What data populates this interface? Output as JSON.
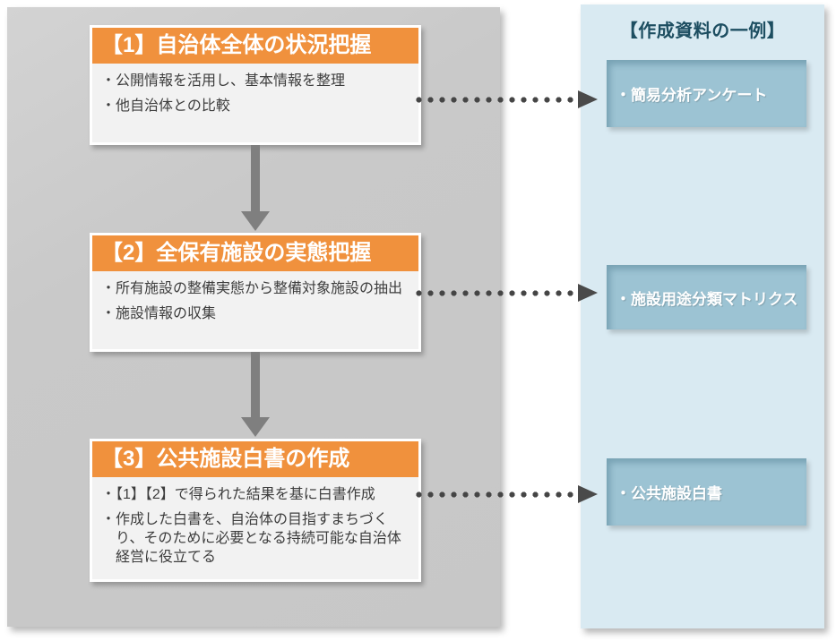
{
  "left_panel": {
    "steps": [
      {
        "title": "【1】自治体全体の状況把握",
        "bullets": [
          "・公開情報を活用し、基本情報を整理",
          "・他自治体との比較"
        ]
      },
      {
        "title": "【2】全保有施設の実態把握",
        "bullets": [
          "・所有施設の整備実態から整備対象施設の抽出",
          "・施設情報の収集"
        ]
      },
      {
        "title": "【3】公共施設白書の作成",
        "bullets": [
          "・【1】【2】で得られた結果を基に白書作成",
          "・作成した白書を、自治体の目指すまちづくり、そのために必要となる持続可能な自治体経営に役立てる"
        ]
      }
    ]
  },
  "right_panel": {
    "title": "【作成資料の一例】",
    "items": [
      "・簡易分析アンケート",
      "・施設用途分類マトリクス",
      "・公共施設白書"
    ]
  },
  "colors": {
    "step_header_orange": "#f0913d",
    "step_body_gray": "#f2f2f2",
    "left_panel_gray": "#c9c9c9",
    "right_panel_blue": "#d9eaf2",
    "output_box_teal": "#9cc3d3",
    "panel_title_teal": "#1d4e61",
    "arrow_gray": "#7f7f7f",
    "dot_arrow_dark": "#4a4a4a"
  }
}
